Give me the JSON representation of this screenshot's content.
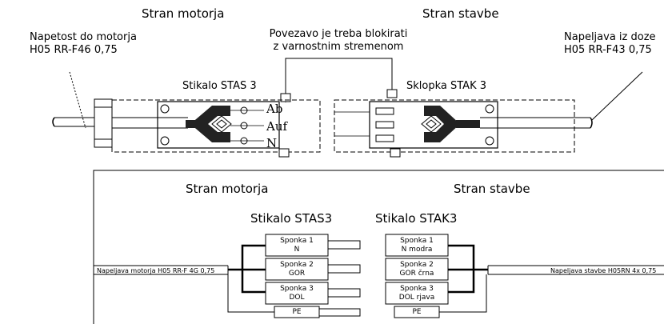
{
  "top": {
    "side_motor": "Stran motorja",
    "side_building": "Stran stavbe",
    "motor_supply_line1": "Napetost do motorja",
    "motor_supply_line2": "H05 RR-F46 0,75",
    "lock_note_line1": "Povezavo je treba blokirati",
    "lock_note_line2": "z varnostnim stremenom",
    "building_supply_line1": "Napeljava iz doze",
    "building_supply_line2": "H05 RR-F43 0,75",
    "switch_label": "Stikalo STAS 3",
    "coupler_label": "Sklopka STAK 3",
    "pos_ab": "Ab",
    "pos_auf": "Auf",
    "pos_n": "N"
  },
  "bottom": {
    "side_motor": "Stran motorja",
    "side_building": "Stran stavbe",
    "switch_label": "Stikalo STAS3",
    "coupler_label": "Stikalo STAK3",
    "motor_cable": "Napeljava motorja H05 RR-F 4G 0,75",
    "building_cable": "Napeljava stavbe H05RN 4x 0,75",
    "left_blocks": [
      {
        "line1": "Sponka 1",
        "line2": "N"
      },
      {
        "line1": "Sponka 2",
        "line2": "GOR"
      },
      {
        "line1": "Sponka 3",
        "line2": "DOL"
      },
      {
        "line1": "PE",
        "line2": ""
      }
    ],
    "right_blocks": [
      {
        "line1": "Sponka 1",
        "line2": "N modra"
      },
      {
        "line1": "Sponka 2",
        "line2": "GOR črna"
      },
      {
        "line1": "Sponka 3",
        "line2": "DOL rjava"
      },
      {
        "line1": "PE",
        "line2": ""
      }
    ]
  }
}
